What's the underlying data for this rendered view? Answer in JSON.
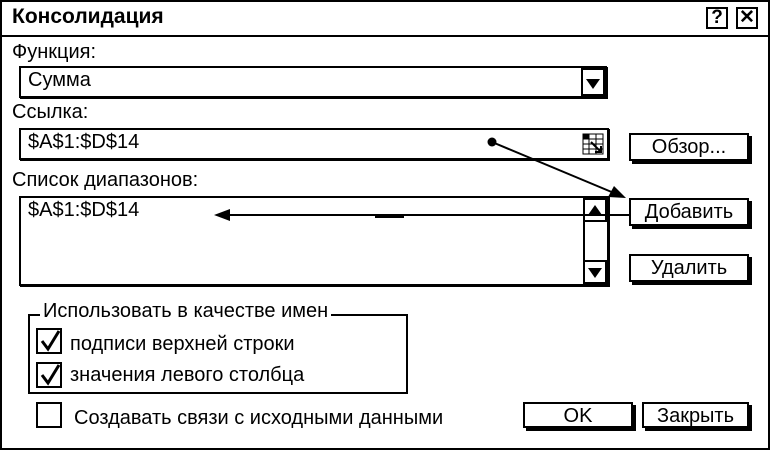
{
  "window": {
    "title": "Консолидация",
    "help_label": "?",
    "close_label": "✕"
  },
  "function": {
    "label": "Функция:",
    "value": "Сумма"
  },
  "reference": {
    "label": "Ссылка:",
    "value": "$A$1:$D$14",
    "browse_label": "Обзор..."
  },
  "ranges": {
    "label": "Список диапазонов:",
    "items": [
      "$A$1:$D$14"
    ],
    "add_label": "Добавить",
    "delete_label": "Удалить"
  },
  "use_labels": {
    "legend": "Использовать в качестве имен",
    "top_row": {
      "label": "подписи верхней строки",
      "checked": true
    },
    "left_column": {
      "label": "значения левого столбца",
      "checked": true
    }
  },
  "links": {
    "label": "Создавать связи с исходными данными",
    "checked": false
  },
  "ok_label": "OK",
  "close_label": "Закрыть"
}
